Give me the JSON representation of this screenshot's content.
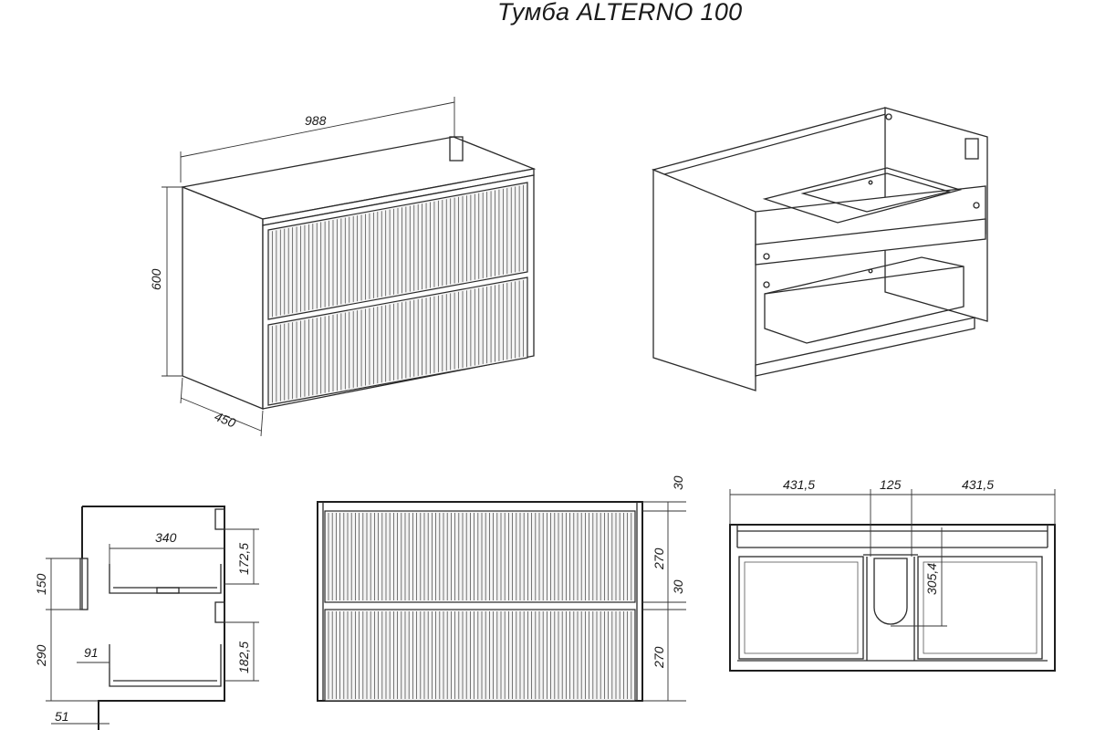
{
  "title": "Тумба ALTERNO 100",
  "dimensions": {
    "iso_width": "988",
    "iso_height": "600",
    "iso_depth": "450",
    "side_drawer_depth": "340",
    "side_upper_drawer_h": "172,5",
    "side_lower_drawer_h": "182,5",
    "side_siphon_h": "150",
    "side_lower_offset": "290",
    "side_inset": "91",
    "side_bottom": "51",
    "front_top": "30",
    "front_upper_h": "270",
    "front_gap": "30",
    "front_lower_h": "270",
    "top_left_w": "431,5",
    "top_cut_w": "125",
    "top_right_w": "431,5",
    "top_cut_depth": "305,4"
  },
  "colors": {
    "line": "#2a2a2a",
    "background": "#ffffff"
  }
}
